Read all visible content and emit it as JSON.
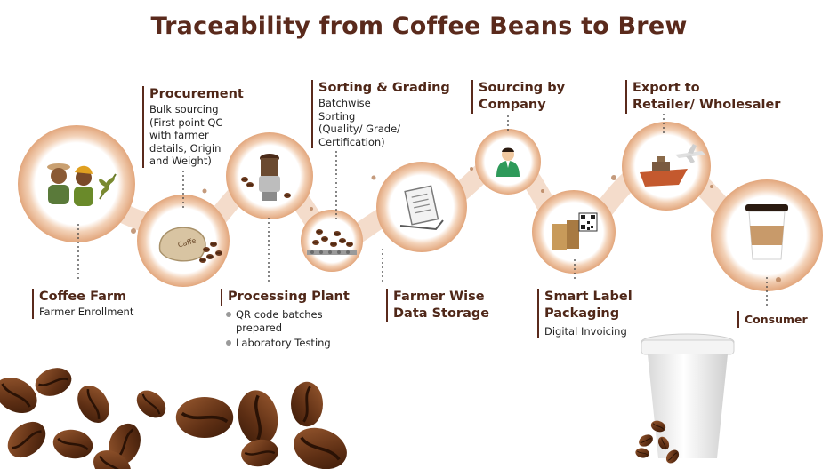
{
  "title": "Traceability from Coffee Beans to Brew",
  "stages": {
    "coffee_farm": {
      "heading": "Coffee Farm",
      "body": "Farmer Enrollment"
    },
    "procurement": {
      "heading": "Procurement",
      "body": [
        "Bulk sourcing",
        "(First point QC",
        "with farmer",
        "details, Origin",
        "and Weight)"
      ]
    },
    "processing_plant": {
      "heading": "Processing Plant",
      "bullets": [
        [
          "QR code batches",
          "prepared"
        ],
        [
          "Laboratory Testing"
        ]
      ]
    },
    "sorting_grading": {
      "heading": "Sorting & Grading",
      "body": [
        "Batchwise",
        "Sorting",
        "(Quality/ Grade/",
        "Certification)"
      ]
    },
    "farmer_wise": {
      "heading": [
        "Farmer Wise",
        "Data Storage"
      ]
    },
    "sourcing_company": {
      "heading": [
        "Sourcing by",
        "Company"
      ]
    },
    "smart_label": {
      "heading": [
        "Smart Label",
        "Packaging"
      ],
      "body": "Digital Invoicing"
    },
    "export": {
      "heading": [
        "Export to",
        "Retailer/ Wholesaler"
      ]
    },
    "consumer": {
      "heading": "Consumer"
    }
  },
  "icons": [
    "farmers-icon",
    "coffee-sack-icon",
    "grinder-machine-icon",
    "conveyor-beans-icon",
    "document-icon",
    "company-person-icon",
    "qr-package-icon",
    "ship-plane-icon",
    "coffee-cup-icon"
  ],
  "colors": {
    "heading": "#4f2718",
    "title": "#5a2a1c",
    "ring": "#e8c4a8",
    "path": "#f4dccb",
    "bean": "#6b3a1e"
  }
}
